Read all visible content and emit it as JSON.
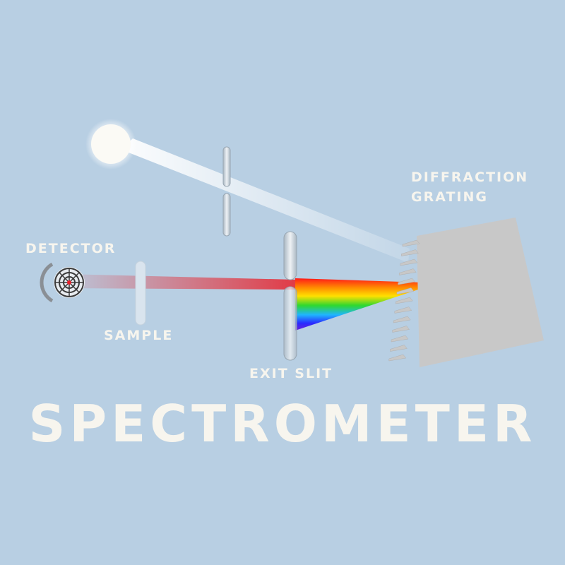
{
  "labels": {
    "title": "SPECTROMETER",
    "detector": "DETECTOR",
    "sample": "SAMPLE",
    "exit_slit": "EXIT SLIT",
    "diffraction_grating": "DIFFRACTION\nGRATING"
  },
  "colors": {
    "background": "#b8cfe3",
    "text": "#f7f5ee",
    "grating": "#c8c8c8",
    "beam_red": "#e8202a",
    "spectrum": [
      "#ff1a1a",
      "#ff8c00",
      "#ffe000",
      "#2fd82f",
      "#1fb5ff",
      "#2a2aff",
      "#6a1fd8"
    ]
  },
  "icons": {
    "light_source": "light-source-icon",
    "detector": "detector-icon",
    "sample": "sample-cuvette-icon",
    "grating": "diffraction-grating-icon"
  }
}
